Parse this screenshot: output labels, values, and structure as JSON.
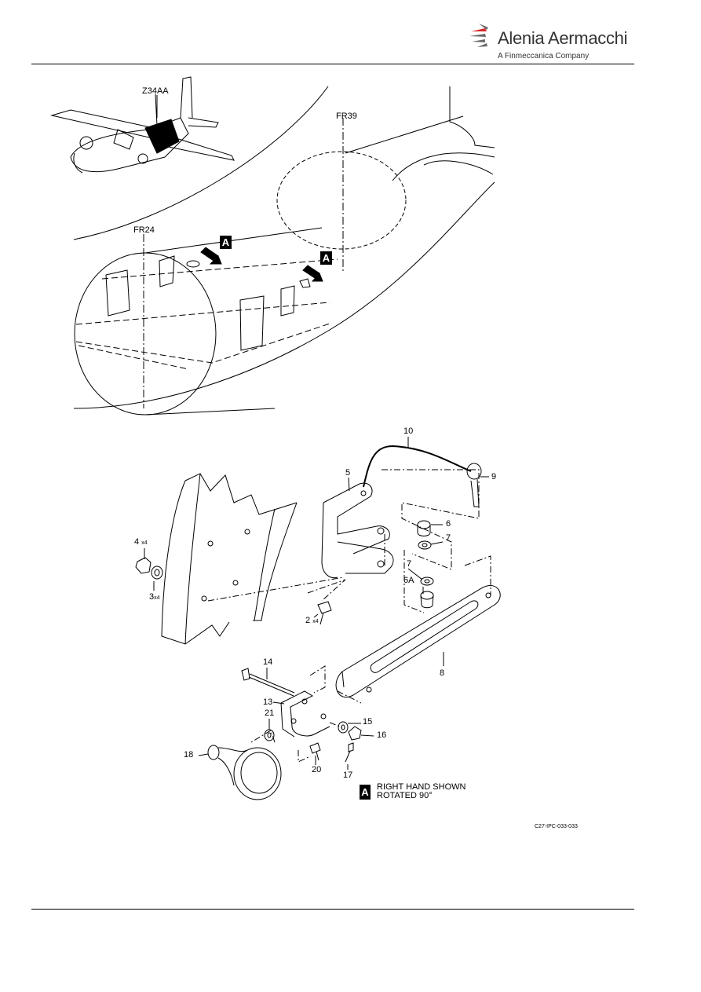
{
  "header": {
    "logo_name": "Alenia Aermacchi",
    "logo_tagline": "A Finmeccanica Company",
    "logo_colors": {
      "text": "#333333",
      "red": "#d62828",
      "gray": "#6b6b6b"
    }
  },
  "overview": {
    "zone_label": "Z34AA",
    "frame_labels": [
      "FR24",
      "FR39"
    ],
    "view_marker": "A"
  },
  "callouts": {
    "item_2": "2",
    "item_2_qty": "x4",
    "item_3": "3",
    "item_3_qty": "x4",
    "item_4": "4",
    "item_4_qty": "x4",
    "item_5": "5",
    "item_6": "6",
    "item_6a": "6A",
    "item_7a": "7",
    "item_7b": "7",
    "item_8": "8",
    "item_9": "9",
    "item_10": "10",
    "item_13": "13",
    "item_14": "14",
    "item_15": "15",
    "item_16": "16",
    "item_17": "17",
    "item_18": "18",
    "item_20": "20",
    "item_21": "21"
  },
  "note": {
    "marker": "A",
    "line1": "RIGHT HAND SHOWN",
    "line2": "ROTATED 90°"
  },
  "figure_code": "C27-IPC-033-033"
}
